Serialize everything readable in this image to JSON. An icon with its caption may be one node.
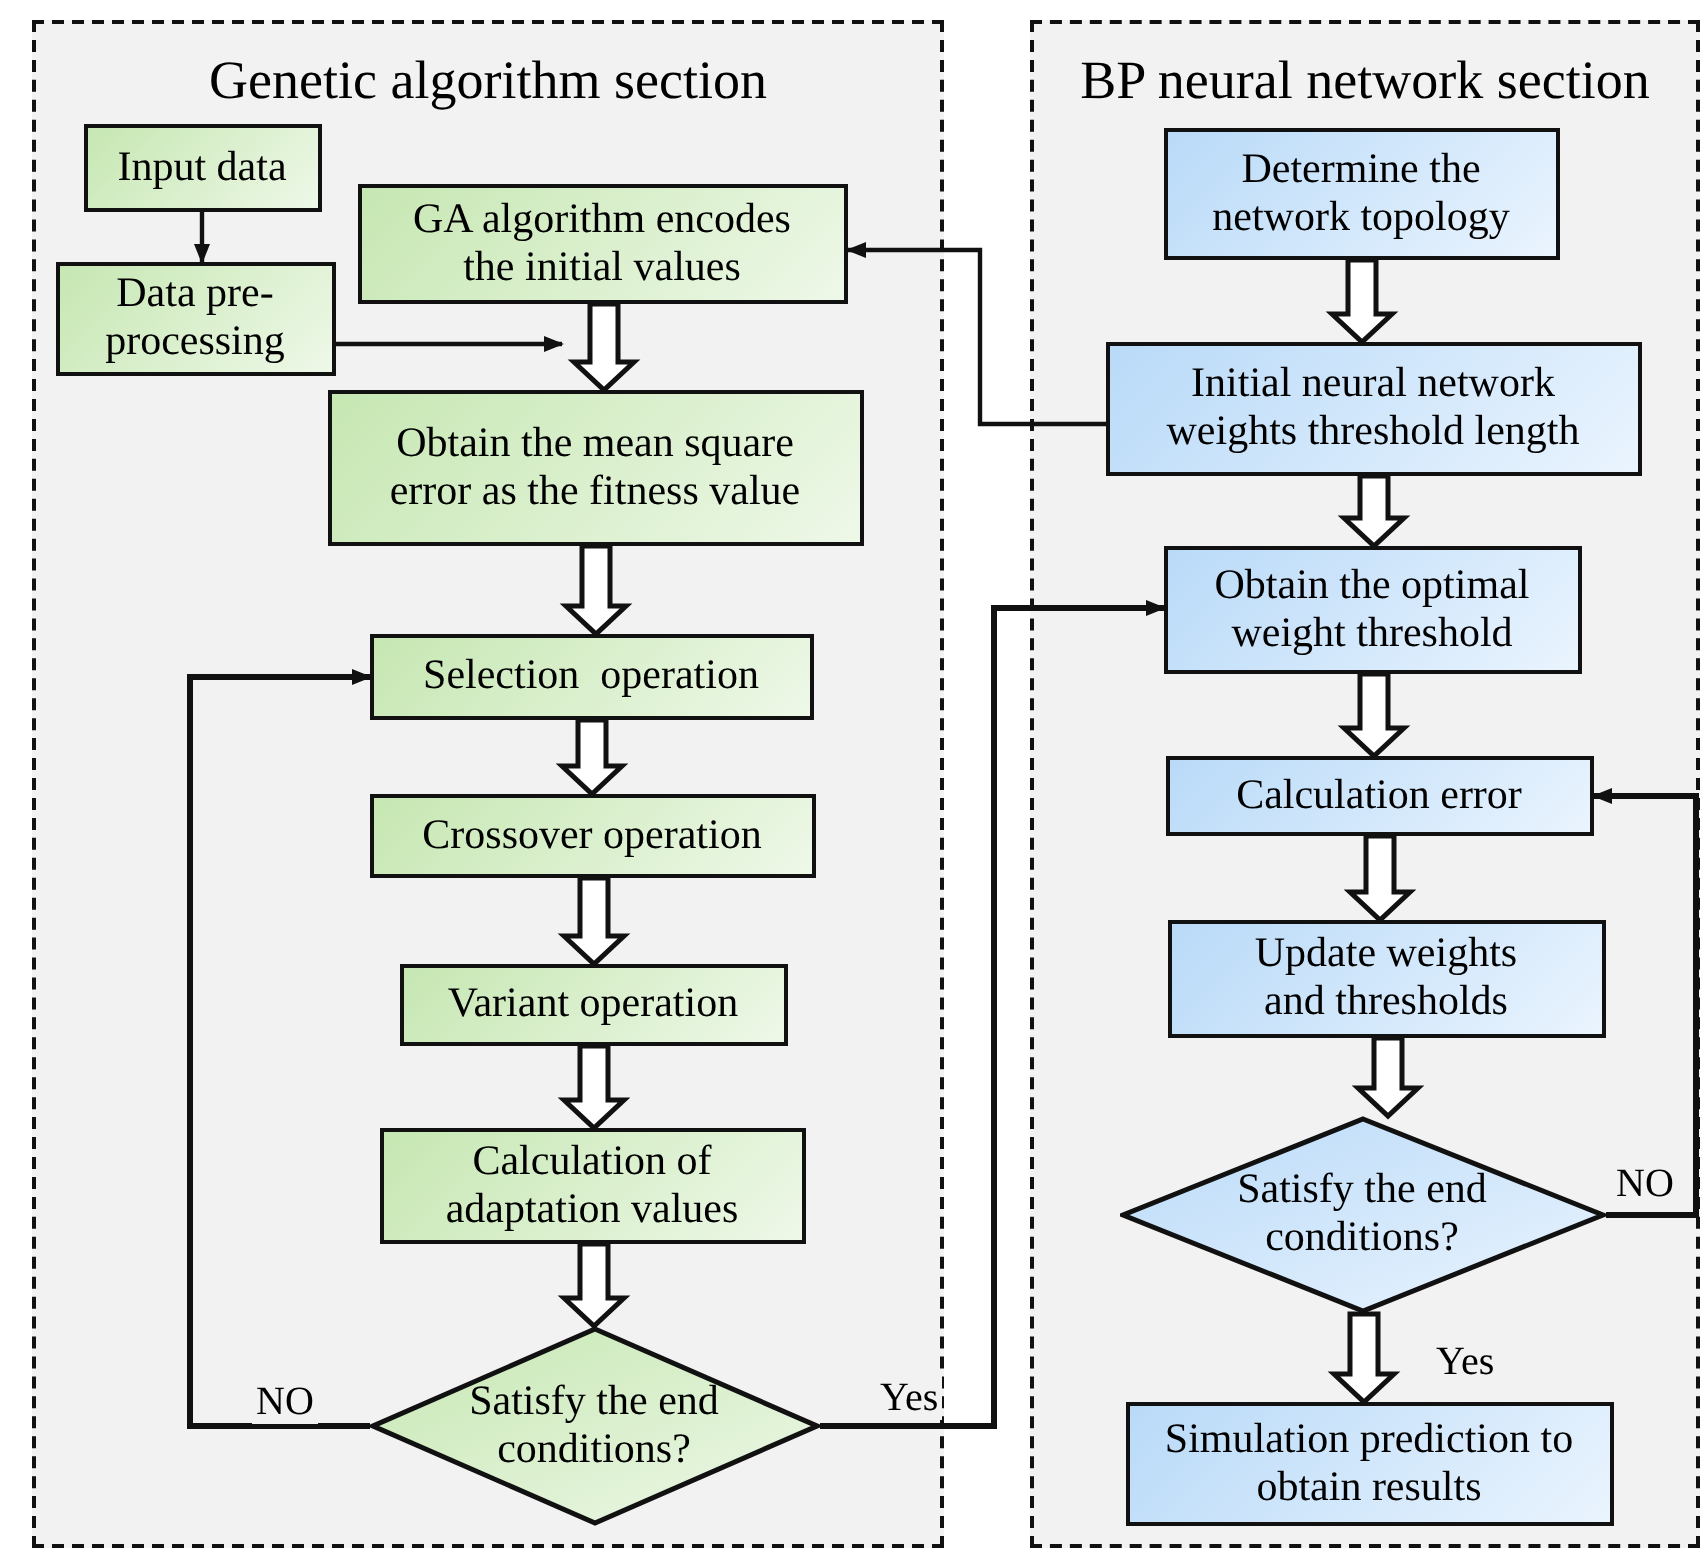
{
  "diagram": {
    "nodes": [
      {
        "text": [
          "Genetic algorithm section"
        ]
      },
      {
        "text": [
          "Input data"
        ],
        "in": 0
      },
      {
        "text": [
          "GA algorithm encodes the initial values"
        ],
        "in": 0
      },
      {
        "text": [
          "Data pre-processing"
        ],
        "in": 0
      },
      {
        "text": [
          "Obtain the mean square error as the fitness value"
        ],
        "in": 0
      },
      {
        "text": [
          "Selection  operation"
        ],
        "in": 0
      },
      {
        "text": [
          "Crossover operation"
        ],
        "in": 0
      },
      {
        "text": [
          "Variant operation"
        ],
        "in": 0
      },
      {
        "text": [
          "Calculation of adaptation values"
        ],
        "in": 0
      },
      {
        "text": [
          "Satisfy the end conditions?"
        ],
        "in": 0
      },
      {
        "text": [
          "BP neural network section"
        ]
      },
      {
        "text": [
          "Determine the network topology"
        ],
        "in": 10
      },
      {
        "text": [
          "Initial neural network weights threshold length"
        ],
        "in": 10
      },
      {
        "text": [
          "Obtain the optimal weight threshold"
        ],
        "in": 10
      },
      {
        "text": [
          "Calculation error"
        ],
        "in": 10
      },
      {
        "text": [
          "Update weights and thresholds"
        ],
        "in": 10
      },
      {
        "text": [
          "Satisfy the end conditions?"
        ],
        "in": 10
      },
      {
        "text": [
          "Simulation prediction to obtain results"
        ],
        "in": 10
      }
    ],
    "edges": [
      {
        "from": 1,
        "to": 3,
        "arrow": "to"
      },
      {
        "from": 3,
        "to": 4,
        "arrow": "to"
      },
      {
        "from": 2,
        "to": 4,
        "arrow": "to",
        "style": "thick"
      },
      {
        "from": 12,
        "to": 2,
        "arrow": "to"
      },
      {
        "from": 4,
        "to": 5,
        "arrow": "to",
        "style": "thick"
      },
      {
        "from": 5,
        "to": 6,
        "arrow": "to",
        "style": "thick"
      },
      {
        "from": 6,
        "to": 7,
        "arrow": "to",
        "style": "thick"
      },
      {
        "from": 7,
        "to": 8,
        "arrow": "to",
        "style": "thick"
      },
      {
        "from": 8,
        "to": 9,
        "arrow": "to",
        "style": "thick"
      },
      {
        "from": 9,
        "to": 5,
        "arrow": "to",
        "label": "NO"
      },
      {
        "from": 9,
        "to": 13,
        "arrow": "to",
        "label": "Yes"
      },
      {
        "from": 11,
        "to": 12,
        "arrow": "to",
        "style": "thick"
      },
      {
        "from": 12,
        "to": 13,
        "arrow": "to",
        "style": "thick"
      },
      {
        "from": 13,
        "to": 14,
        "arrow": "to",
        "style": "thick"
      },
      {
        "from": 14,
        "to": 15,
        "arrow": "to",
        "style": "thick"
      },
      {
        "from": 15,
        "to": 16,
        "arrow": "to",
        "style": "thick"
      },
      {
        "from": 16,
        "to": 14,
        "arrow": "to",
        "label": "NO"
      },
      {
        "from": 16,
        "to": 17,
        "arrow": "to",
        "style": "thick",
        "label": "Yes"
      }
    ]
  }
}
